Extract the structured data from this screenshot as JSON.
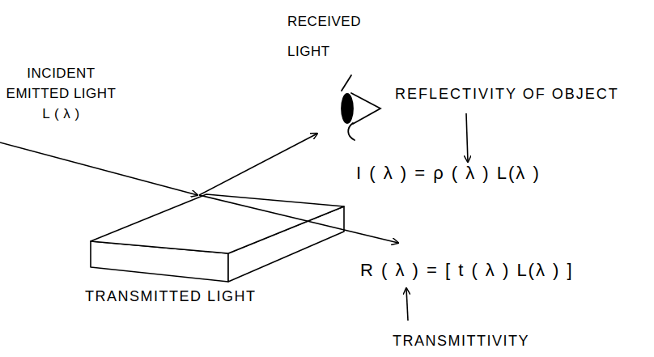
{
  "diagram": {
    "labels": [
      "RECEIVED LIGHT",
      "INCIDENT EMITTED LIGHT L ( λ )",
      "REFLECTIVITY OF OBJECT",
      "I ( λ ) = ρ ( λ ) L(λ )",
      "TRANSMITTED LIGHT",
      "R ( λ ) = [ t ( λ ) L(λ ) ]",
      "TRANSMITTIVITY"
    ]
  }
}
